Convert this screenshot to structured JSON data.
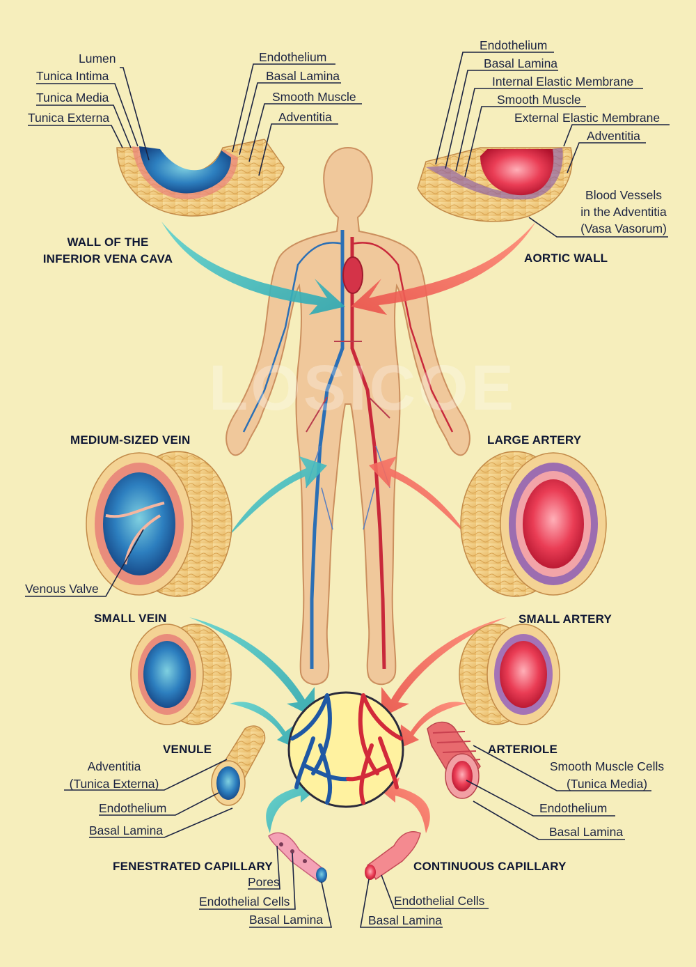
{
  "watermark": "LOSICOE",
  "ivc": {
    "title_line1": "WALL OF THE",
    "title_line2": "INFERIOR VENA CAVA",
    "labels": [
      "Lumen",
      "Tunica Intima",
      "Tunica Media",
      "Tunica Externa",
      "Endothelium",
      "Basal Lamina",
      "Smooth Muscle",
      "Adventitia"
    ]
  },
  "aorta": {
    "title": "AORTIC WALL",
    "labels": [
      "Endothelium",
      "Basal Lamina",
      "Internal Elastic Membrane",
      "Smooth Muscle",
      "External Elastic Membrane",
      "Adventitia"
    ],
    "vasa_line1": "Blood Vessels",
    "vasa_line2": "in the Adventitia",
    "vasa_line3": "(Vasa Vasorum)"
  },
  "medium_vein": {
    "title": "MEDIUM-SIZED VEIN",
    "valve_label": "Venous Valve"
  },
  "large_artery": {
    "title": "LARGE ARTERY"
  },
  "small_vein": {
    "title": "SMALL VEIN"
  },
  "small_artery": {
    "title": "SMALL ARTERY"
  },
  "venule": {
    "title": "VENULE",
    "adventitia_line1": "Adventitia",
    "adventitia_line2": "(Tunica Externa)",
    "endothelium": "Endothelium",
    "basal_lamina": "Basal Lamina"
  },
  "arteriole": {
    "title": "ARTERIOLE",
    "smc_line1": "Smooth Muscle Cells",
    "smc_line2": "(Tunica Media)",
    "endothelium": "Endothelium",
    "basal_lamina": "Basal Lamina"
  },
  "fenestrated": {
    "title": "FENESTRATED CAPILLARY",
    "pores": "Pores",
    "endothelial_cells": "Endothelial Cells",
    "basal_lamina": "Basal Lamina"
  },
  "continuous": {
    "title": "CONTINUOUS CAPILLARY",
    "endothelial_cells": "Endothelial Cells",
    "basal_lamina": "Basal Lamina"
  },
  "colors": {
    "background": "#f6eebc",
    "vein_arrow": "#3bbdbf",
    "artery_arrow": "#f06a5c",
    "vein_blue": "#1e5fa6",
    "artery_red": "#d8283c",
    "tissue": "#f2cf86"
  }
}
